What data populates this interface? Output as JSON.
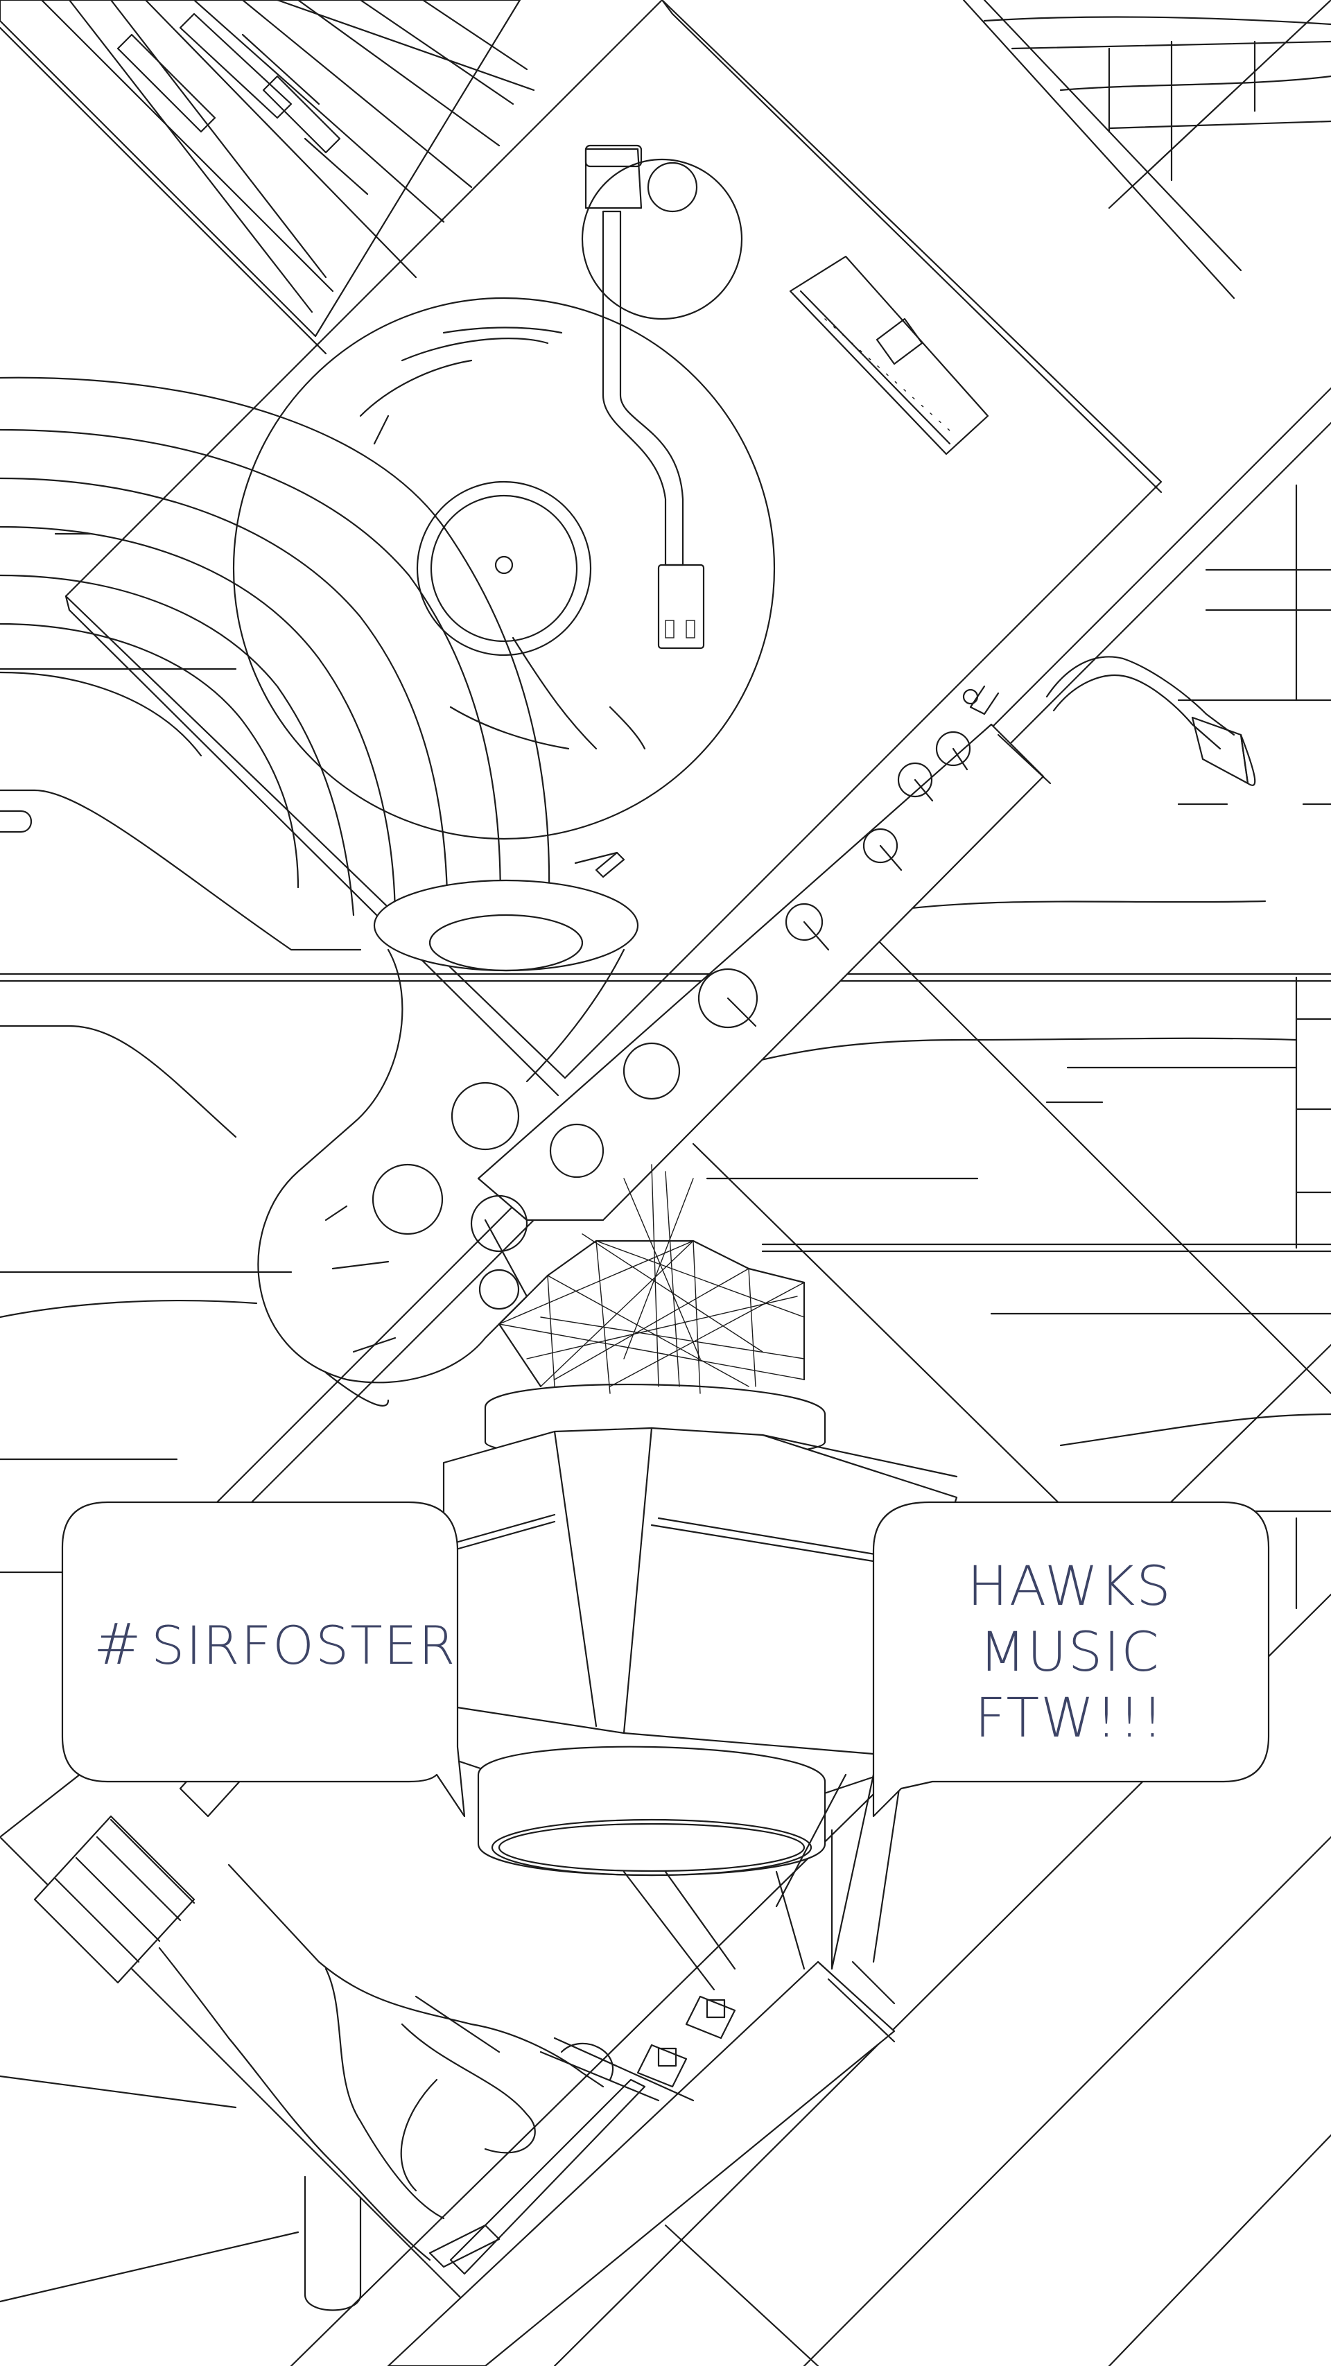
{
  "bubbles": {
    "left": {
      "hash": "#",
      "text": "SIRFOSTER"
    },
    "right": {
      "lines": [
        "HAWKS",
        "MUSIC",
        "FTW!!!"
      ]
    }
  },
  "colors": {
    "line": "#1c1c1c",
    "text": "#3d4466",
    "background": "#ffffff"
  }
}
